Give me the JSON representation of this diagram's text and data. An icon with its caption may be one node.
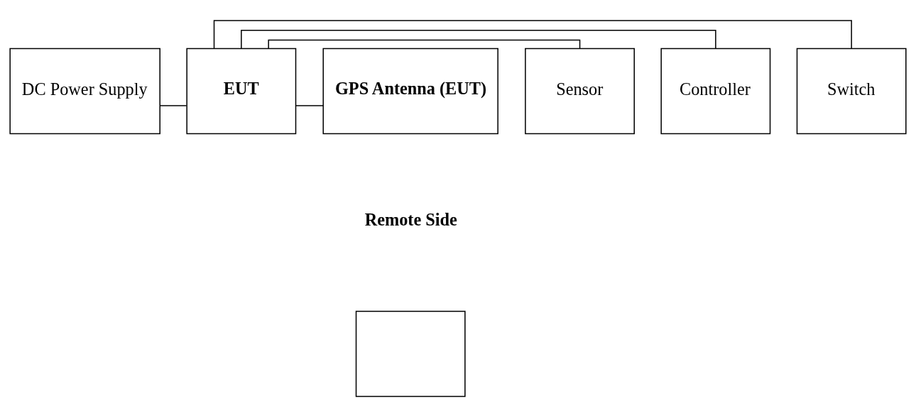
{
  "diagram": {
    "nodes": [
      {
        "text": [
          "DC Power Supply"
        ]
      },
      {
        "text": [
          "EUT"
        ]
      },
      {
        "text": [
          "GPS Antenna (EUT)"
        ]
      },
      {
        "text": [
          "Sensor"
        ]
      },
      {
        "text": [
          "Controller"
        ]
      },
      {
        "text": [
          "Switch"
        ]
      },
      {
        "text": [],
        "shape": "box"
      }
    ],
    "edges": [
      {
        "from": 0,
        "to": 1,
        "arrow": "none"
      },
      {
        "from": 1,
        "to": 2,
        "arrow": "none"
      },
      {
        "from": 1,
        "to": 3,
        "arrow": "none"
      },
      {
        "from": 1,
        "to": 4,
        "arrow": "none"
      },
      {
        "from": 1,
        "to": 5,
        "arrow": "none"
      }
    ],
    "labels": [
      "Remote Side"
    ]
  }
}
